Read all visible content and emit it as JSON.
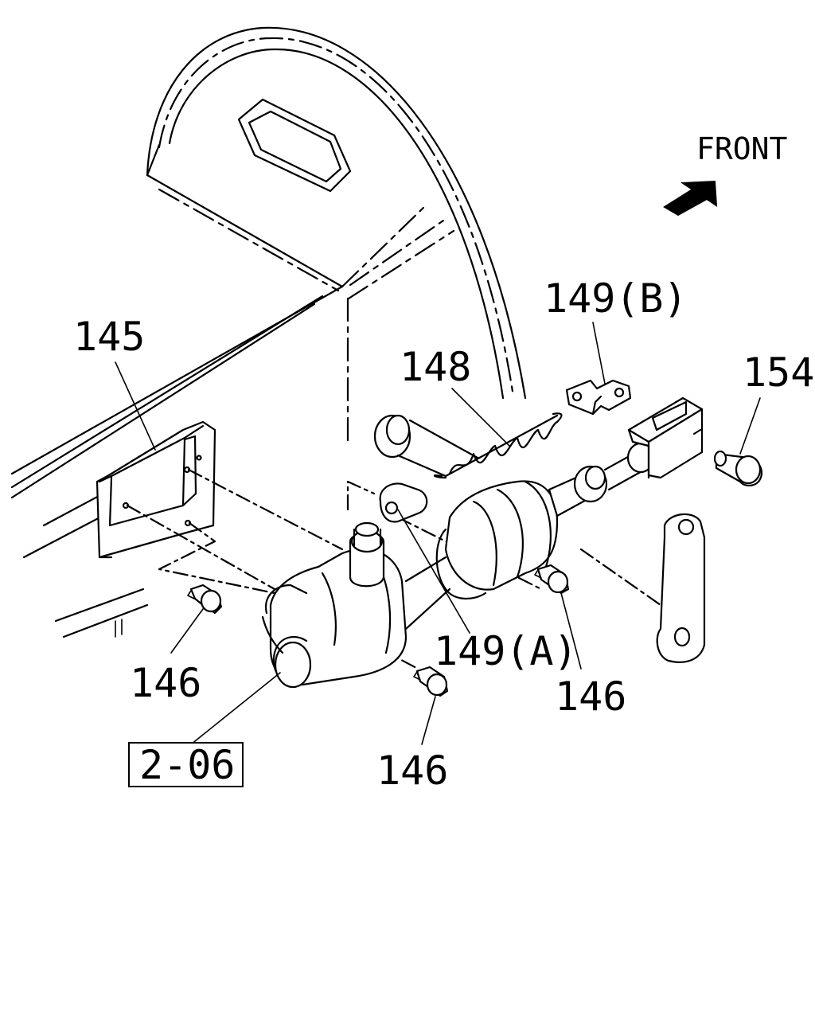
{
  "direction": {
    "label": "FRONT"
  },
  "callouts": {
    "c145": "145",
    "c148": "148",
    "c149b": "149(B)",
    "c154": "154",
    "c149a": "149(A)",
    "c146_left": "146",
    "c146_right": "146",
    "c146_bottom": "146",
    "ref": "2-06"
  }
}
